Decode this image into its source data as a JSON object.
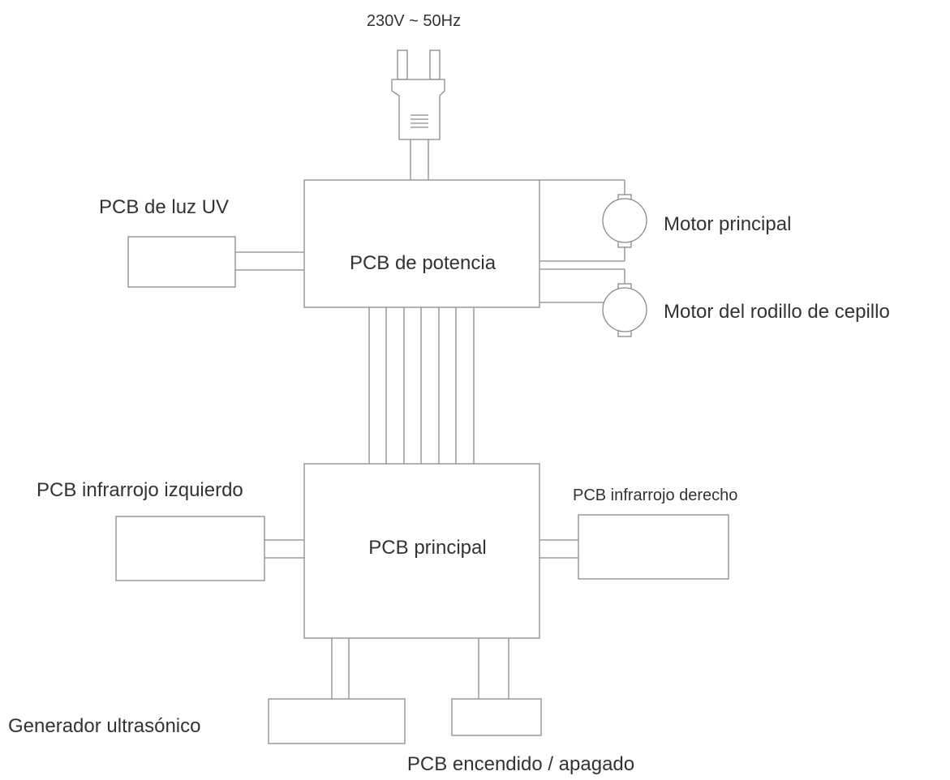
{
  "power_source": {
    "label": "230V ~ 50Hz",
    "icon": "plug-icon"
  },
  "blocks": {
    "power_pcb": "PCB de potencia",
    "main_pcb": "PCB principal",
    "uv_pcb": "PCB de luz UV",
    "left_ir_pcb": "PCB infrarrojo izquierdo",
    "right_ir_pcb": "PCB infrarrojo derecho",
    "ultrasonic": "Generador ultrasónico",
    "onoff_pcb": "PCB encendido / apagado"
  },
  "motors": {
    "main_motor": "Motor principal",
    "brush_motor": "Motor del rodillo de cepillo"
  },
  "colors": {
    "line": "#8a8a8a",
    "text": "#333333"
  }
}
